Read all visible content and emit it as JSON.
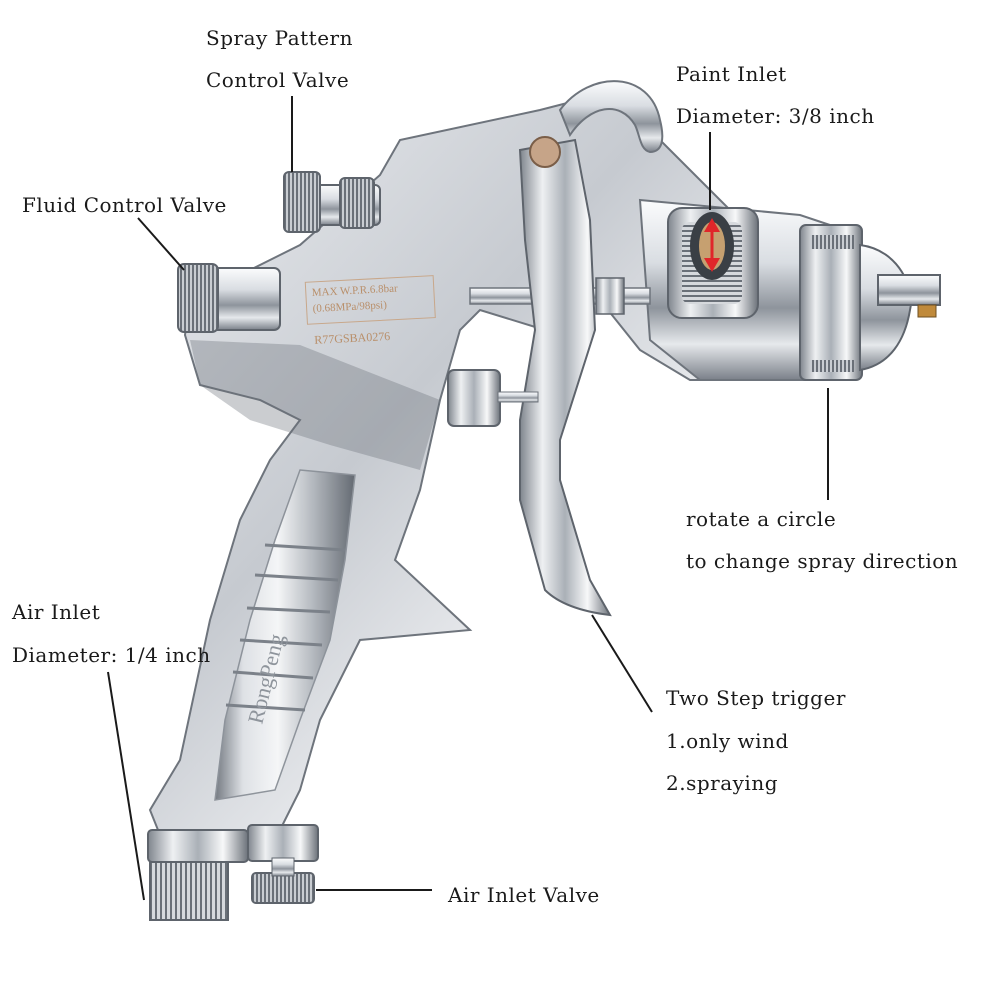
{
  "labels": {
    "spray_pattern_line1": "Spray Pattern",
    "spray_pattern_line2": "Control Valve",
    "paint_inlet_line1": "Paint Inlet",
    "paint_inlet_line2": "Diameter: 3/8 inch",
    "fluid_control": "Fluid Control Valve",
    "rotate_line1": "rotate a circle",
    "rotate_line2": "to change spray direction",
    "air_inlet_line1": "Air Inlet",
    "air_inlet_line2": "Diameter: 1/4 inch",
    "trigger_line1": "Two Step trigger",
    "trigger_line2": "1.only wind",
    "trigger_line3": "2.spraying",
    "air_inlet_valve": "Air Inlet Valve"
  },
  "engraving": {
    "pressure_line1": "MAX W.P.R.6.8bar",
    "pressure_line2": "(0.68MPa/98psi)",
    "serial": "R77GSBA0276",
    "brand": "RongPeng"
  },
  "colors": {
    "chrome_light": "#f2f4f6",
    "chrome_mid": "#b9bec5",
    "chrome_dark": "#5d636b",
    "arrow_red": "#e0262a",
    "leader_line": "#1a1a1a"
  }
}
